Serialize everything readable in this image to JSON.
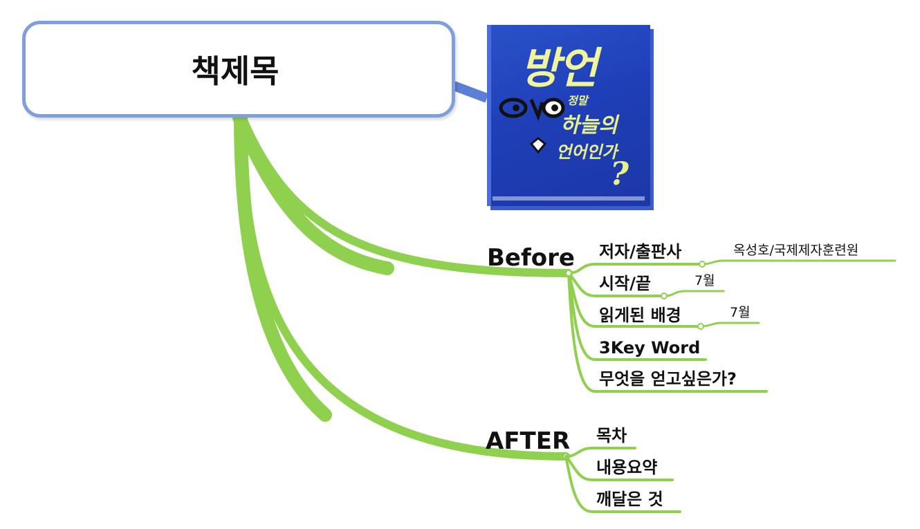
{
  "central": {
    "title": "책제목"
  },
  "book_cover": {
    "title": "방언",
    "subtitle_lines": [
      "정말",
      "하늘의",
      "언어인가"
    ],
    "mark": "?"
  },
  "branches": [
    {
      "label": "Before",
      "children": [
        {
          "label": "저자/출판사",
          "note": "옥성호/국제제자훈련원"
        },
        {
          "label": "시작/끝",
          "note": "7월"
        },
        {
          "label": "읽게된 배경",
          "note": "7월"
        },
        {
          "label": "3Key Word"
        },
        {
          "label": "무엇을 얻고싶은가?"
        }
      ]
    },
    {
      "label": "AFTER",
      "children": [
        {
          "label": "목차"
        },
        {
          "label": "내용요약"
        },
        {
          "label": "깨달은 것"
        }
      ]
    }
  ],
  "colors": {
    "branch_green": "#8fd14f",
    "central_border": "#7f9ee0",
    "connector_blue": "#5b7fd6",
    "book_blue": "#1f3fb8"
  }
}
